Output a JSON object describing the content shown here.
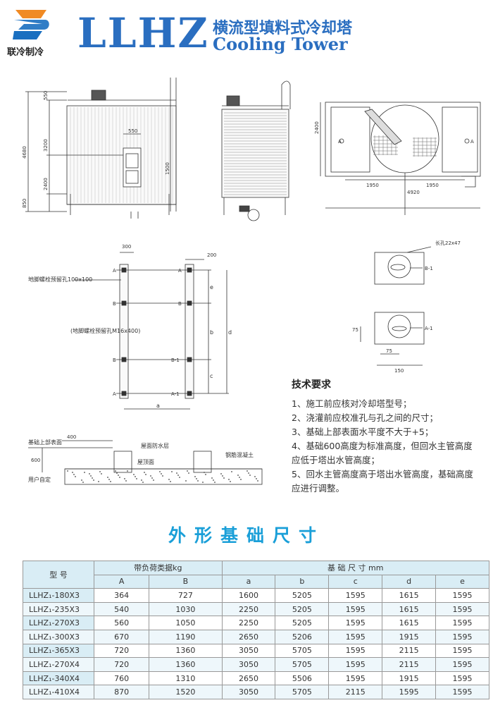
{
  "header": {
    "logo_text": "联冷制冷",
    "brand": "LLHZ",
    "title_cn": "横流型填料式冷却塔",
    "title_en": "Cooling Tower"
  },
  "front_view": {
    "dims": [
      "550",
      "3200",
      "4680",
      "2400",
      "850",
      "550",
      "1500"
    ]
  },
  "plan_view": {
    "dims": [
      "2400",
      "A",
      "A",
      "1950",
      "1950",
      "4920"
    ]
  },
  "foundation_plan": {
    "top_dims": [
      "300",
      "200"
    ],
    "row_labels_left": [
      "A",
      "B",
      "B",
      "A"
    ],
    "row_labels_right": [
      "A",
      "B",
      "B-1",
      "A-1"
    ],
    "note_hole": "地脚螺栓预留孔100x100",
    "note_bolt": "(地脚螺栓预留孔M16x400)",
    "letters": [
      "e",
      "b",
      "d",
      "c",
      "a"
    ]
  },
  "detail_b1": {
    "slot_label": "长孔22x47",
    "label": "B-1"
  },
  "detail_a1": {
    "label": "A-1",
    "dims": [
      "75",
      "75",
      "150"
    ]
  },
  "section": {
    "labels": [
      "基础上部表面",
      "屋面防水层",
      "钢筋混凝土",
      "屋顶面",
      "用户自定"
    ],
    "dims": [
      "600",
      "400"
    ]
  },
  "tech_requirements": {
    "title": "技术要求",
    "items": [
      "1、施工前应核对冷却塔型号；",
      "2、浇灌前应校准孔与孔之间的尺寸；",
      "3、基础上部表面水平度不大于+5；",
      "4、基础600高度为标准高度，但回水主管高度",
      "应低于塔出水管高度；",
      "5、回水主管高度高于塔出水管高度，基础高度",
      "应进行调整。"
    ]
  },
  "table": {
    "title": "外形基础尺寸",
    "header_model": "型  号",
    "header_load": "带负荷类据kg",
    "header_size": "基 础 尺 寸 mm",
    "sub_headers": [
      "A",
      "B",
      "a",
      "b",
      "c",
      "d",
      "e"
    ],
    "rows": [
      [
        "LLHZ₁-180X3",
        "364",
        "727",
        "1600",
        "5205",
        "1595",
        "1615",
        "1595"
      ],
      [
        "LLHZ₁-235X3",
        "540",
        "1030",
        "2250",
        "5205",
        "1595",
        "1615",
        "1595"
      ],
      [
        "LLHZ₁-270X3",
        "560",
        "1050",
        "2250",
        "5205",
        "1595",
        "1615",
        "1595"
      ],
      [
        "LLHZ₁-300X3",
        "670",
        "1190",
        "2650",
        "5206",
        "1595",
        "1915",
        "1595"
      ],
      [
        "LLHZ₁-365X3",
        "720",
        "1360",
        "3050",
        "5705",
        "1595",
        "2115",
        "1595"
      ],
      [
        "LLHZ₁-270X4",
        "720",
        "1360",
        "3050",
        "5705",
        "1595",
        "2115",
        "1595"
      ],
      [
        "LLHZ₁-340X4",
        "760",
        "1310",
        "2650",
        "5506",
        "1595",
        "1915",
        "1595"
      ],
      [
        "LLHZ₁-410X4",
        "870",
        "1520",
        "3050",
        "5705",
        "2115",
        "1595",
        "1595"
      ]
    ]
  },
  "colors": {
    "brand_blue": "#2a6ec0",
    "title_cyan": "#1a9fd8",
    "table_header_bg": "#d9edf5",
    "logo_orange": "#f08a24",
    "logo_blue": "#1a6fc0"
  }
}
